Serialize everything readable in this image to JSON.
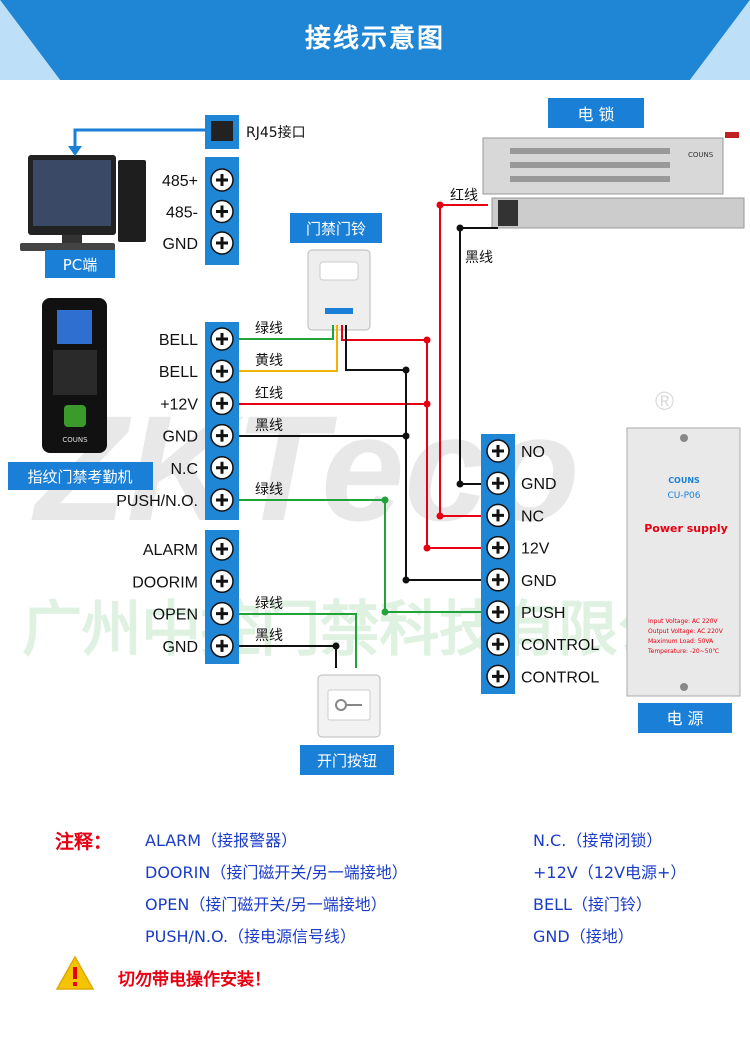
{
  "header": {
    "title": "接线示意图"
  },
  "watermark": {
    "brand": "ZKTeco",
    "company": "广州中控门禁科技有限公司",
    "registered": "®"
  },
  "devices": {
    "pc": {
      "label": "PC端"
    },
    "fingerprint": {
      "label": "指纹门禁考勤机",
      "brand": "COUNS"
    },
    "doorbell": {
      "label": "门禁门铃"
    },
    "lock": {
      "label": "电 锁",
      "brand": "COUNS"
    },
    "button": {
      "label": "开门按钮"
    },
    "power": {
      "label": "电 源",
      "brand": "COUNS",
      "model": "CU-P06",
      "title": "Power supply",
      "specs": [
        "Input Voltage: AC 220V",
        "Output Voltage: AC 220V",
        "Maximum Load: 50VA",
        "Temperature: -20~50℃"
      ]
    }
  },
  "rj45": {
    "label": "RJ45接口"
  },
  "terminals": {
    "comm": [
      "485+",
      "485-",
      "GND"
    ],
    "main": [
      "BELL",
      "BELL",
      "+12V",
      "GND",
      "N.C",
      "PUSH/N.O."
    ],
    "alarm": [
      "ALARM",
      "DOORIM",
      "OPEN",
      "GND"
    ],
    "psu": [
      "NO",
      "GND",
      "NC",
      "12V",
      "GND",
      "PUSH",
      "CONTROL",
      "CONTROL"
    ]
  },
  "wires": {
    "green": "绿线",
    "yellow": "黄线",
    "red": "红线",
    "black": "黑线",
    "lock_red": "红线",
    "lock_black": "黑线"
  },
  "colors": {
    "banner": "#1f86d6",
    "device_label": "#1a7fd6",
    "terminal_block": "#1f86d6",
    "red_wire": "#e60012",
    "green_wire": "#22a33a",
    "yellow_wire": "#f0b400",
    "black_wire": "#111111",
    "note_text": "#1a3cc8",
    "note_label": "#e60012"
  },
  "notes": {
    "label": "注释：",
    "left": [
      "ALARM（接报警器）",
      "DOORIN（接门磁开关/另一端接地）",
      "OPEN（接门磁开关/另一端接地）",
      "PUSH/N.O.（接电源信号线）"
    ],
    "right": [
      "N.C.（接常闭锁）",
      "+12V（12V电源+）",
      "BELL（接门铃）",
      "GND（接地）"
    ]
  },
  "warning": {
    "text": "切勿带电操作安装！"
  }
}
